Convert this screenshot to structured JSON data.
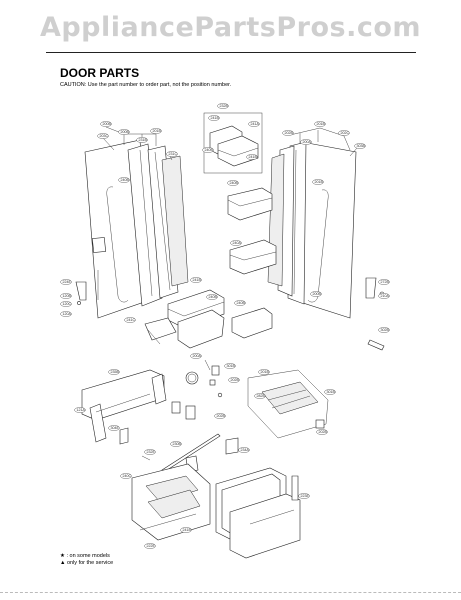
{
  "watermark": "AppliancePartsPros.com",
  "heading": "DOOR PARTS",
  "caution": "CAUTION: Use the part number to order part, not the position number.",
  "notes": {
    "line1": "★ : on some models",
    "line2": "▲ only for the service"
  },
  "callouts": [
    "200B",
    "200B",
    "201B",
    "203C",
    "231B",
    "231C",
    "240B",
    "232B",
    "241B",
    "241A",
    "240B",
    "241B",
    "240B",
    "240A",
    "240B",
    "201B",
    "202B",
    "202C",
    "303B",
    "200A",
    "201B",
    "200B",
    "241B",
    "240B",
    "241C",
    "224E",
    "120B",
    "120C",
    "120A",
    "272B",
    "210A",
    "302B",
    "200A",
    "301B",
    "202B",
    "235B",
    "201B",
    "282B",
    "301B",
    "202B",
    "121A",
    "304E",
    "232E",
    "230B",
    "202B",
    "234A",
    "240C",
    "241B",
    "222E",
    "223E"
  ]
}
